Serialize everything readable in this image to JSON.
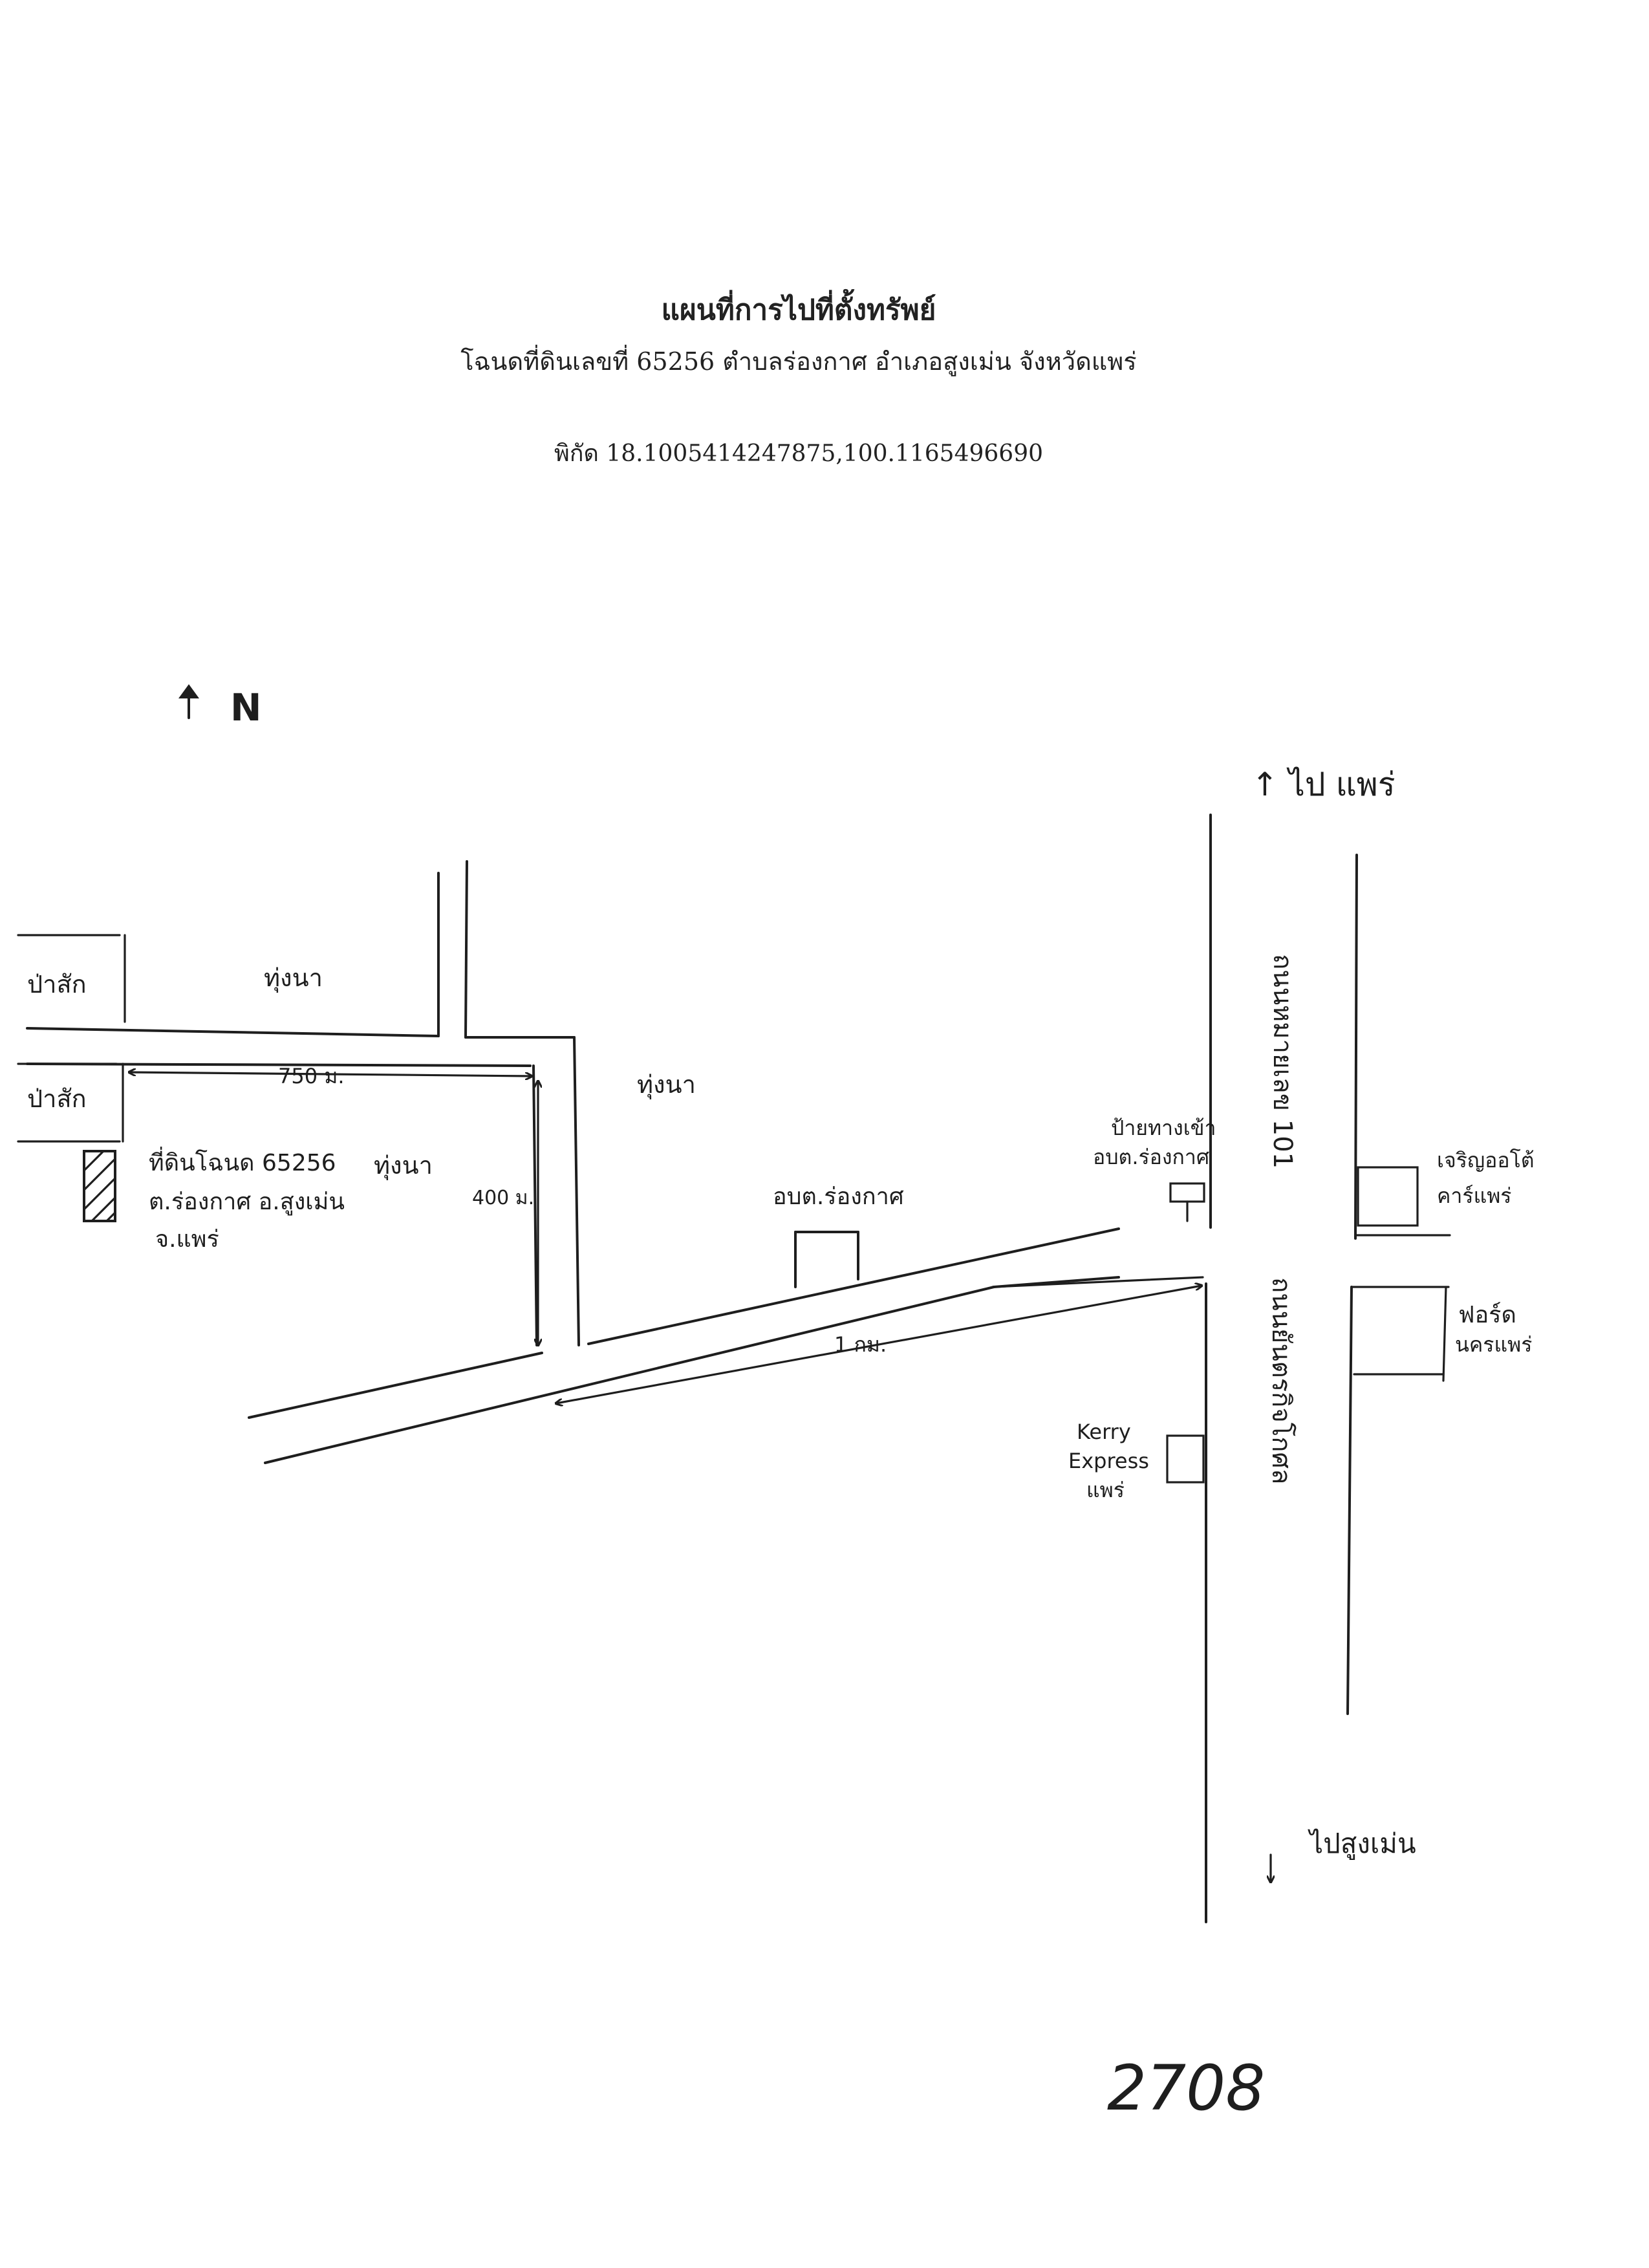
{
  "document": {
    "title": "แผนที่การไปที่ตั้งทรัพย์",
    "subtitle": "โฉนดที่ดินเลขที่ 65256 ตำบลร่องกาศ อำเภอสูงเม่น จังหวัดแพร่",
    "coordinates": "พิกัด 18.1005414247875,100.1165496690"
  },
  "map": {
    "north_label": "N",
    "labels": {
      "to_phrae": "↑ ไป แพร่",
      "to_sung_men": "ไปสูงเม่น",
      "teak_forest_1": "ป่าสัก",
      "teak_forest_2": "ป่าสัก",
      "rice_field_1": "ทุ่งนา",
      "rice_field_2": "ทุ่งนา",
      "rice_field_3": "ทุ่งนา",
      "distance_750": "750 ม.",
      "distance_400": "400 ม.",
      "distance_1km": "1 กม.",
      "land_line1": "ที่ดินโฉนด 65256",
      "land_line2": "ต.ร่องกาศ อ.สูงเม่น",
      "land_line3": "จ.แพร่",
      "sao_office": "อบต.ร่องกาศ",
      "sign_line1": "ป้ายทางเข้า",
      "sign_line2": "อบต.ร่องกาศ",
      "road_101": "ถนนหมายเลข 101",
      "road_name": "ถนนยันตรกิจโกศล",
      "charoen_line1": "เจริญออโต้",
      "charoen_line2": "คาร์แพร่",
      "ford_line1": "ฟอร์ด",
      "ford_line2": "นครแพร่",
      "kerry_line1": "Kerry",
      "kerry_line2": "Express",
      "kerry_line3": "แพร่",
      "handwritten_number": "2708"
    }
  },
  "colors": {
    "ink": "#1e1e1e",
    "paper": "#ffffff"
  }
}
